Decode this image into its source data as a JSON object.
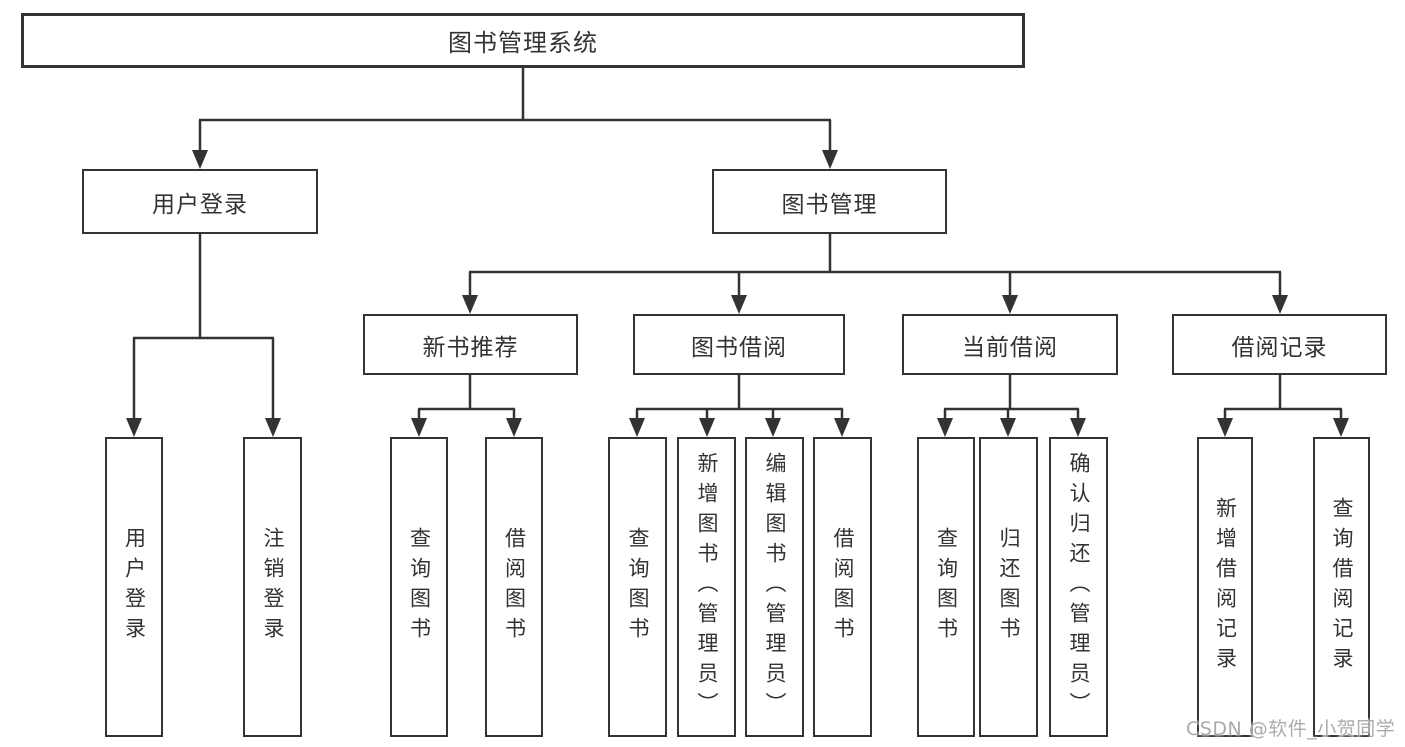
{
  "diagram": {
    "root": {
      "label": "图书管理系统",
      "children": [
        {
          "label": "用户登录",
          "children": [
            {
              "label": "用户登录"
            },
            {
              "label": "注销登录"
            }
          ]
        },
        {
          "label": "图书管理",
          "children": [
            {
              "label": "新书推荐",
              "children": [
                {
                  "label": "查询图书"
                },
                {
                  "label": "借阅图书"
                }
              ]
            },
            {
              "label": "图书借阅",
              "children": [
                {
                  "label": "查询图书"
                },
                {
                  "label": "新增图书（管理员）"
                },
                {
                  "label": "编辑图书（管理员）"
                },
                {
                  "label": "借阅图书"
                }
              ]
            },
            {
              "label": "当前借阅",
              "children": [
                {
                  "label": "查询图书"
                },
                {
                  "label": "归还图书"
                },
                {
                  "label": "确认归还（管理员）"
                }
              ]
            },
            {
              "label": "借阅记录",
              "children": [
                {
                  "label": "新增借阅记录"
                },
                {
                  "label": "查询借阅记录"
                }
              ]
            }
          ]
        }
      ]
    }
  },
  "watermark": {
    "text": "CSDN @软件_小贺同学"
  },
  "colors": {
    "line": "#333333",
    "box_border": "#333333",
    "text": "#333333",
    "watermark": "#ababab",
    "background": "#ffffff"
  }
}
